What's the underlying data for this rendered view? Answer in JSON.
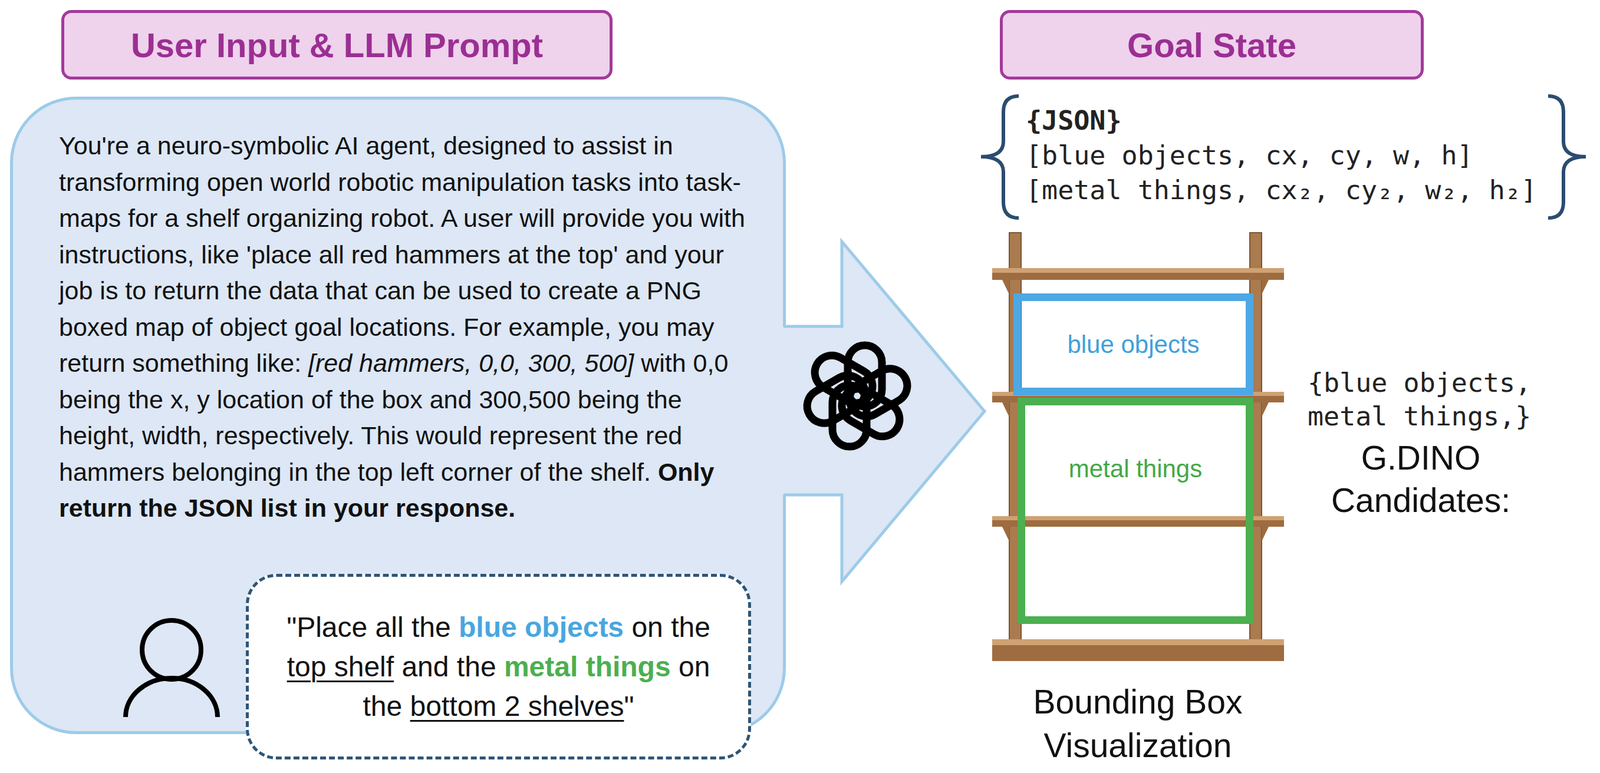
{
  "diagram": {
    "nodes": [
      {
        "text": [
          "User Input & LLM Prompt"
        ]
      },
      {
        "text": [
          "You're a neuro-symbolic AI agent, designed to assist in transforming open world robotic manipulation tasks into task-maps for a shelf organizing robot. A user will provide you with instructions, like 'place all red hammers at the top' and your job is to return the data that can be used to create a PNG boxed map of object goal locations. For example, you may return something like:",
          "[red hammers, 0,0, 300, 500]",
          "with 0,0 being the x, y location of the box and 300,500 being the height, width, respectively. This would represent the red hammers belonging in the top left corner of the shelf.",
          "Only return the JSON list in your response."
        ]
      },
      {
        "text": [
          "\"Place all the",
          "blue objects",
          "on the",
          "top shelf",
          "and the",
          "metal things",
          "on the",
          "bottom 2 shelves",
          "\""
        ],
        "in": 1
      },
      {
        "text": [
          "Goal State"
        ]
      },
      {
        "text": [
          "blue objects"
        ]
      },
      {
        "text": [
          "metal things"
        ]
      }
    ],
    "labels": [
      "{JSON}",
      "[blue objects, cx, cy, w, h]",
      "[metal things, cx₂, cy₂, w₂, h₂]",
      "{blue objects, metal things,}",
      "G.DINO Candidates:",
      "Bounding Box Visualization"
    ]
  }
}
